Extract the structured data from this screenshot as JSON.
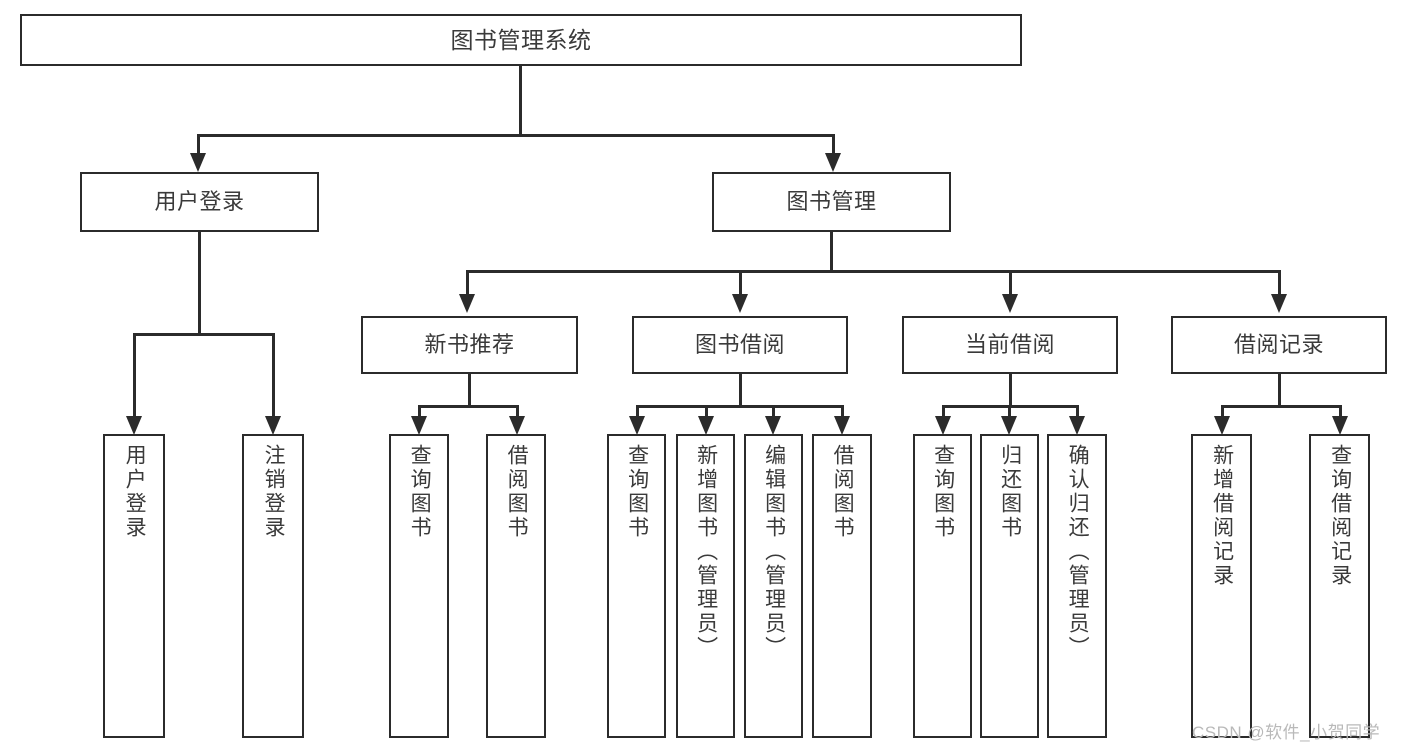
{
  "diagram": {
    "type": "tree-hierarchy-chart",
    "title": "图书管理系统",
    "root": {
      "label": "图书管理系统"
    },
    "level1": [
      {
        "label": "用户登录"
      },
      {
        "label": "图书管理"
      }
    ],
    "level2": [
      {
        "label": "新书推荐",
        "parent": "图书管理"
      },
      {
        "label": "图书借阅",
        "parent": "图书管理"
      },
      {
        "label": "当前借阅",
        "parent": "图书管理"
      },
      {
        "label": "借阅记录",
        "parent": "图书管理"
      }
    ],
    "leaves": [
      {
        "label": "用户登录",
        "parent": "用户登录"
      },
      {
        "label": "注销登录",
        "parent": "用户登录"
      },
      {
        "label": "查询图书",
        "parent": "新书推荐"
      },
      {
        "label": "借阅图书",
        "parent": "新书推荐"
      },
      {
        "label": "查询图书",
        "parent": "图书借阅"
      },
      {
        "label": "新增图书（管理员）",
        "parent": "图书借阅"
      },
      {
        "label": "编辑图书（管理员）",
        "parent": "图书借阅"
      },
      {
        "label": "借阅图书",
        "parent": "图书借阅"
      },
      {
        "label": "查询图书",
        "parent": "当前借阅"
      },
      {
        "label": "归还图书",
        "parent": "当前借阅"
      },
      {
        "label": "确认归还（管理员）",
        "parent": "当前借阅"
      },
      {
        "label": "新增借阅记录",
        "parent": "借阅记录"
      },
      {
        "label": "查询借阅记录",
        "parent": "借阅记录"
      }
    ]
  },
  "watermark": {
    "text": "CSDN @软件_小贺同学"
  },
  "colors": {
    "stroke": "#2b2b2b",
    "text": "#3a3a3a",
    "background": "#ffffff",
    "watermark": "#b9b9b9"
  }
}
